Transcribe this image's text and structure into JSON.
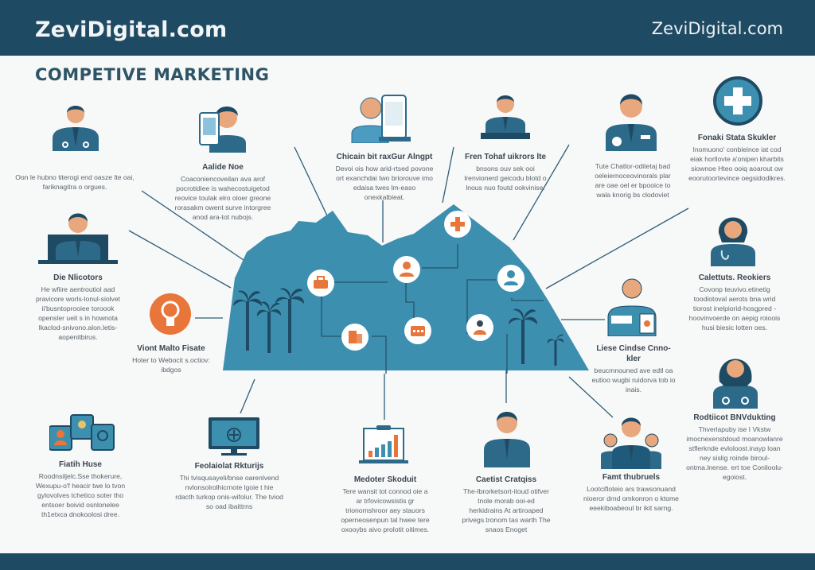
{
  "header": {
    "brand_left": "ZeviDigital.com",
    "brand_right": "ZeviDigital.com"
  },
  "page_title": "COMPETIVE MARKETING",
  "colors": {
    "navy": "#1f4a63",
    "teal": "#3d8fb0",
    "orange": "#e8763a",
    "text": "#5b656c"
  },
  "items": [
    {
      "id": "doctor-top-left",
      "icon": "doctor-stethoscope-icon",
      "title": "",
      "desc": "Oon le hubno titerogi end oasze lte oai, fariknagitra o orgues."
    },
    {
      "id": "tablet-user",
      "icon": "person-tablet-icon",
      "title": "Aalide Noe",
      "desc": "Coaconiencoveilan ava arof pocrotidiee is wahecostuigetod reovice toulak elro oloer greone rorasakm owent surve intorgree anod ara-tot nubojs."
    },
    {
      "id": "phone-user",
      "icon": "person-phone-icon",
      "title": "Chicain bit raxGur Alngpt",
      "desc": "Devoi ois how arid-rtsed povone ort exanchdai two briorouve imo edaisa twes lm-easo onexkalbieat."
    },
    {
      "id": "desk-exec",
      "icon": "businessman-desk-icon",
      "title": "Fren Tohaf uikrors lte",
      "desc": "bnsons ouv sek ooi lrenvionerd geicodu blotd o lnous nuo foutd ookvinise."
    },
    {
      "id": "doctor-badge",
      "icon": "doctor-badge-icon",
      "title": "",
      "desc": "Tute Chatlor-oditetaj bad oeleiernoceovinorals plar are oae oel er bpooice to wala knorig bs clodoviet"
    },
    {
      "id": "medical-cross",
      "icon": "medical-cross-icon",
      "title": "Fonaki Stata Skukler",
      "desc": "Inomuono' conbieince iat cod eiak horllovte a'onipen kharbits siownoe Hteo ooiq aoarout ow eoorutoortevince oegsidodikres."
    },
    {
      "id": "desk-manager",
      "icon": "manager-desk-icon",
      "title": "Die Nlicotors",
      "desc": "He wfiire aentroutiol aad pravicore worls-lonul-siolvet ii'busntoprooiee toroook opensler ueit s in hownota lkaclod-snivono.alon.letis-aopenitbirus."
    },
    {
      "id": "lightbulb",
      "icon": "lightbulb-icon",
      "title": "Viont Malto Fisate",
      "desc": "Hoter to Webocit s.octiov: ibdgos"
    },
    {
      "id": "nurse-female",
      "icon": "female-doctor-icon",
      "title": "Calettuts. Reokiers",
      "desc": "Covonp teuvivo.etinetig toodiotoval aerots bna wrid tiorost inelpiorid-hosgpred - hoovinvoerde on aepig roioois husi biesic lotten oes."
    },
    {
      "id": "id-card-person",
      "icon": "person-id-card-icon",
      "title": "Liese Cindse Cnno-kler",
      "desc": "beucmnouned ave edtl oa eutioo wugbi ruidorva tob io inais."
    },
    {
      "id": "social-tiles",
      "icon": "social-tiles-icon",
      "title": "Fiatih Huse",
      "desc": "Roodnsiljelc.Sse thokerure, Wexupu-o'f heacir twe lo tvon gylovolves tchetico soter tho entsoer boivid osnlonelee th1etxca dnokoolosi dree."
    },
    {
      "id": "monitor",
      "icon": "monitor-icon",
      "title": "Feolaiolat Rkturijs",
      "desc": "Thi tvisqusayeli/bnse oarenlvend nvlonsolrolhicrnote lgoie t hie rdacth turkop onis-wifolur. The tviod so oad ibaittrns"
    },
    {
      "id": "chart-board",
      "icon": "bar-chart-board-icon",
      "title": "Medoter Skoduit",
      "desc": "Tere wansit tot connod oie a ar trfovicowsistis gr trionomshroor aey stauors operneosenpun tal hwee tere oxooybs aivo prolotit oitimes."
    },
    {
      "id": "businessman",
      "icon": "businessman-icon",
      "title": "Caetist Cratqiss",
      "desc": "The-lbrorketsort-itoud otifver tnole morab ooi-ed herkidrains At artiroaped privegs.tronom tas warth The snaos Enoget"
    },
    {
      "id": "team",
      "icon": "team-group-icon",
      "title": "Famt thubruels",
      "desc": "Lootcifloteio ars trawsonuand nioeror drnd omkonron o ktome eeekiboabeoul br ikit sarng."
    },
    {
      "id": "doctor-female",
      "icon": "female-doctor-stethoscope-icon",
      "title": "Rodtiicot BNVdukting",
      "desc": "Thverlapuby ise I Vkstw imocnexenstdoud moanowlanre stflerknde evloloost.inayp loan ney sislig roinde biroul-ontma.lnense. ert toe Conlioolu-egoiost."
    }
  ],
  "mountain_nodes": [
    {
      "icon": "medical-cross-node-icon"
    },
    {
      "icon": "doctor-node-icon"
    },
    {
      "icon": "briefcase-node-icon"
    },
    {
      "icon": "person-node-icon"
    },
    {
      "icon": "document-node-icon"
    },
    {
      "icon": "calendar-node-icon"
    },
    {
      "icon": "patient-node-icon"
    }
  ]
}
